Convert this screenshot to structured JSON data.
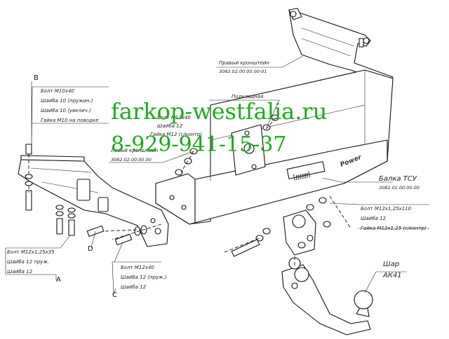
{
  "watermark": {
    "site": "farkop-westfalia.ru",
    "phone": "8-929-941-15-37",
    "color": "#1fa81f"
  },
  "brackets": {
    "right_name": "Правый кронштейн",
    "right_code": "3082.02.00.00.00-01",
    "left_name": "Левый кронштейн",
    "left_code": "3082.02.00.00.00"
  },
  "beam": {
    "name": "Балка ТСУ",
    "code": "3082.01.00.00.00",
    "brand_mark": "Power"
  },
  "ball": {
    "name": "Шар",
    "code": "АК41"
  },
  "reinforcement_label": "Подкладная",
  "callouts": {
    "B": {
      "letter": "B",
      "lines": [
        "Болт М10х40",
        "Шайба 10 (пружин.)",
        "Шайба 10 (увелич.)",
        "Гайка М10 на поводке"
      ]
    },
    "beam_fasteners": {
      "lines": [
        "Болт М12х40",
        "Шайба 12",
        "Гайка М12 (с/контр)"
      ]
    },
    "ball_fasteners": {
      "lines": [
        "Болт М12х1,25х110",
        "Шайба 12",
        "Гайка М12х1,25 (с/контр)"
      ]
    },
    "A": {
      "letter": "A",
      "lines": [
        "Болт М12х1,25х35",
        "Шайба 12 пруж.",
        "Шайба 12"
      ]
    },
    "C": {
      "letter": "C",
      "lines": [
        "Болт М12х40",
        "Шайба 12 (пруж.)",
        "Шайба 12"
      ]
    },
    "D": {
      "letter": "D"
    }
  }
}
